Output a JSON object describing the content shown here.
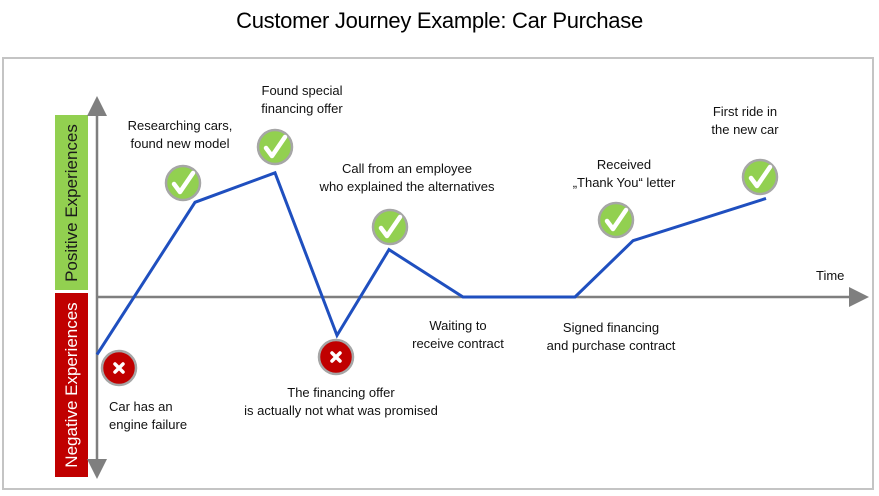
{
  "title": "Customer Journey Example: Car Purchase",
  "bands": {
    "positive": "Positive Experiences",
    "negative": "Negative Experiences"
  },
  "x_axis_label": "Time",
  "colors": {
    "positive": "#92d050",
    "negative": "#c00000",
    "line": "#1f4fbf",
    "axis": "#7f7f7f",
    "frame": "#c4c4c4"
  },
  "journey": [
    {
      "step": 1,
      "sentiment": "negative",
      "level": -0.45,
      "label": "Car has an\nengine failure",
      "icon": "x-icon"
    },
    {
      "step": 2,
      "sentiment": "positive",
      "level": 0.74,
      "label": "Researching cars,\nfound new model",
      "icon": "check-icon"
    },
    {
      "step": 3,
      "sentiment": "positive",
      "level": 0.97,
      "label": "Found special\nfinancing offer",
      "icon": "check-icon"
    },
    {
      "step": 4,
      "sentiment": "negative",
      "level": -0.3,
      "label": "The financing offer\nis actually not what was promised",
      "icon": "x-icon"
    },
    {
      "step": 5,
      "sentiment": "positive",
      "level": 0.37,
      "label": "Call from an employee\nwho explained the alternatives",
      "icon": "check-icon"
    },
    {
      "step": 6,
      "sentiment": "neutral",
      "level": 0.0,
      "label": "Waiting to\nreceive contract",
      "icon": ""
    },
    {
      "step": 7,
      "sentiment": "neutral",
      "level": 0.0,
      "label": "Signed financing\nand purchase contract",
      "icon": ""
    },
    {
      "step": 8,
      "sentiment": "positive",
      "level": 0.44,
      "label": "Received\n„Thank You“ letter",
      "icon": "check-icon"
    },
    {
      "step": 9,
      "sentiment": "positive",
      "level": 0.77,
      "label": "First ride in\nthe new car",
      "icon": "check-icon"
    }
  ]
}
